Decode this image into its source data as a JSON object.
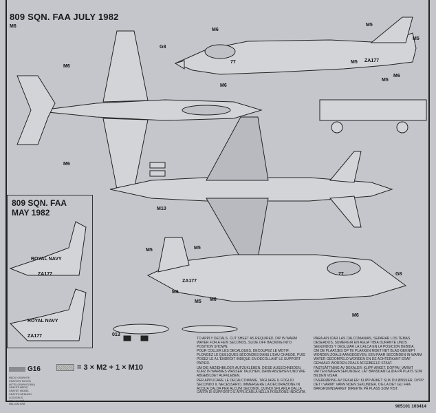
{
  "header": {
    "title": "809 SQN. FAA  JULY 1982"
  },
  "inset": {
    "title_line1": "809 SQN. FAA",
    "title_line2": "MAY 1982",
    "markings": [
      "ROYAL NAVY",
      "ZA177",
      "ROYAL NAVY",
      "ZA177"
    ]
  },
  "labels": {
    "m5": "M5",
    "m6": "M6",
    "g8": "G8",
    "m10": "M10",
    "serial": "ZA177",
    "code": "77",
    "part": "013"
  },
  "legend": {
    "color_code": "G16",
    "color_names": [
      "MEDIO GRAPHITE",
      "GRAPHITE MOYEN",
      "MITTELGRAPHITGRAU",
      "GRAFITE MEDIO",
      "GRAFIET MIDDEL",
      "GRAFITO MEDIANO",
      "LOODGRIJS",
      "MELLAN GRÅ",
      "MELLOM GRÅ"
    ],
    "formula": "= 3 × M2 + 1 × M10"
  },
  "instructions": {
    "col1": [
      "To apply decals, cut sheet as required, dip in warm water for a few seconds, slide off backing into position shown.",
      "Pour coller les decalques, decoupez le motif, plongez le quelques secondes dans l'eau chaude, puis posez le a l'endroit indique en decollant le support papier.",
      "Um die Abziehbilder aufzukleben, diese ausschneiden, kurz in warmes Wasser tauchen, dann abziehen und wie abgebildet aufkleben.",
      "Per applicare le decalcomanie, tagliare il foglio secondo il necessario, immergere la decorazione in acqua calda per alcuni secondi, quindi sfilarla dalla carta di supporto e applicarla nella posizione indicata."
    ],
    "col2": [
      "Para aplicar las calcomanias, separar los temas deseados, sumergir en agua tibia durante unos segundos y deslizar la calca en la posicion debida.",
      "Om de plaatjes op te plakken moet het blad geknipt worden zoals aangegeven, een paar seconden in warm water gedompeld worden en de achterkant eraf gehaald worden zoals afgebeeld staat.",
      "Fastsättning av dekaler: Klipp arket, doppa i varmt vatten några sekunder, låt bansdan glida på plats som bilden visar.",
      "Overføring av dekaler: Klipp arket slik du ønsker, dypp det i varmt vann noen sekunder, og la det gli fra bakgrunnsarket direkte på plass som vist."
    ],
    "code": "905101 103414"
  }
}
